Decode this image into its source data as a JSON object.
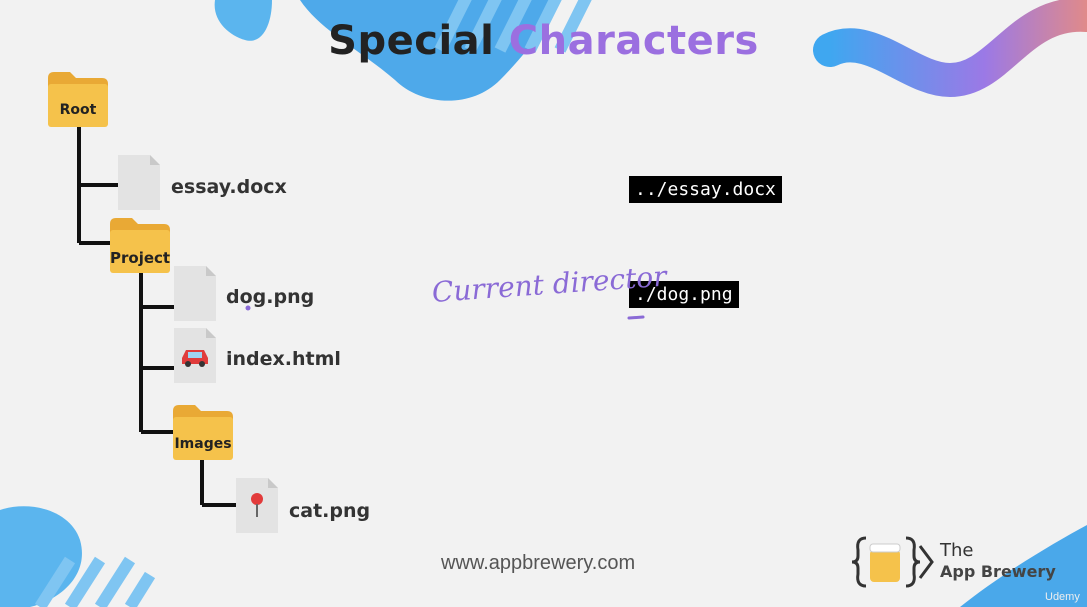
{
  "title": {
    "part1": "Special",
    "part2": "Characters",
    "accent_color": "#9b6fe0"
  },
  "tree": {
    "root": "Root",
    "essay": "essay.docx",
    "project": "Project",
    "dog": "dog.png",
    "index": "index.html",
    "images": "Images",
    "cat": "cat.png"
  },
  "paths": {
    "essay_path": "../essay.docx",
    "dog_path": "./dog.png"
  },
  "annotation": "Current director",
  "footer": {
    "url": "www.appbrewery.com"
  },
  "brand": {
    "the": "The",
    "name": "App Brewery",
    "watermark": "Udemy"
  },
  "colors": {
    "folder": "#f5c24b",
    "folder_dark": "#e9a935",
    "tree_line": "#111111",
    "annotation": "#8a6ad6",
    "blob_blue": "#4aa8ea"
  },
  "icons": {
    "folder": "folder-icon",
    "file": "file-icon",
    "car": "car-icon",
    "pin": "pin-icon"
  }
}
